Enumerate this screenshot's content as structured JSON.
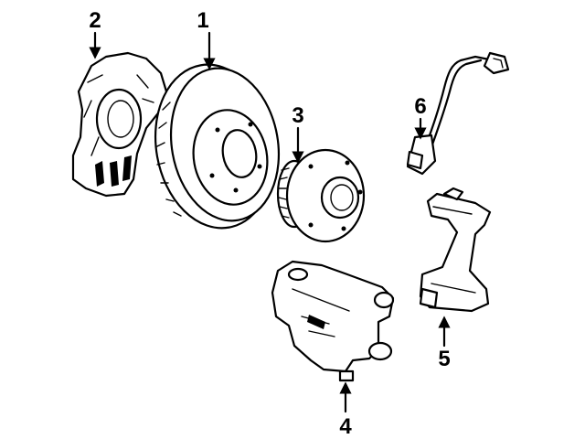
{
  "callouts": [
    {
      "id": "1",
      "label": "1"
    },
    {
      "id": "2",
      "label": "2"
    },
    {
      "id": "3",
      "label": "3"
    },
    {
      "id": "4",
      "label": "4"
    },
    {
      "id": "5",
      "label": "5"
    },
    {
      "id": "6",
      "label": "6"
    }
  ],
  "parts": [
    {
      "number": "1",
      "name": "rotor-icon"
    },
    {
      "number": "2",
      "name": "splash-shield-icon"
    },
    {
      "number": "3",
      "name": "hub-bearing-icon"
    },
    {
      "number": "4",
      "name": "caliper-icon"
    },
    {
      "number": "5",
      "name": "caliper-bracket-icon"
    },
    {
      "number": "6",
      "name": "abs-sensor-icon"
    }
  ],
  "colors": {
    "line": "#000000",
    "background": "#ffffff"
  }
}
